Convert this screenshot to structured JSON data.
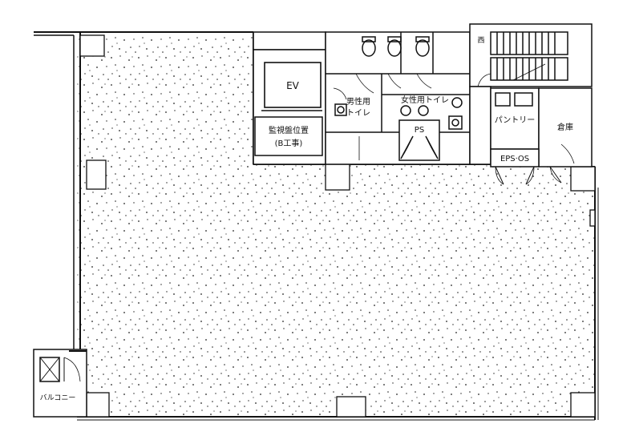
{
  "rooms": {
    "ev": "EV",
    "controller": "監視盤位置",
    "controller_note": "(B工事)",
    "mens_toilet": "男性用",
    "mens_toilet_2": "トイレ",
    "womens_toilet": "女性用トイレ",
    "ps": "PS",
    "pantry": "パントリー",
    "storage": "倉庫",
    "eps": "EPS·OS",
    "balcony": "バルコニー",
    "stair_mark": "西"
  }
}
